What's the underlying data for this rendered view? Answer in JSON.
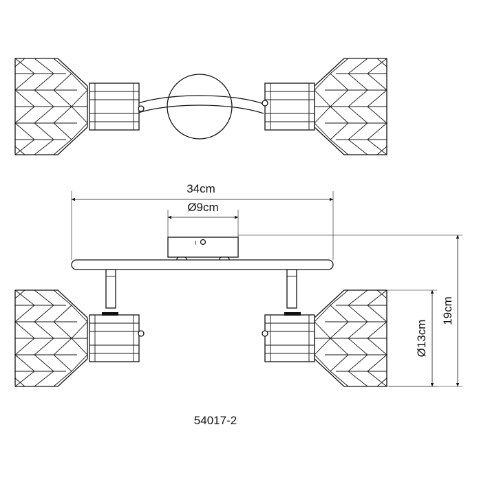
{
  "dimensions": {
    "width": "34cm",
    "base_diameter": "Ø9cm",
    "shade_diameter": "Ø13cm",
    "height": "19cm"
  },
  "model_number": "54017-2"
}
